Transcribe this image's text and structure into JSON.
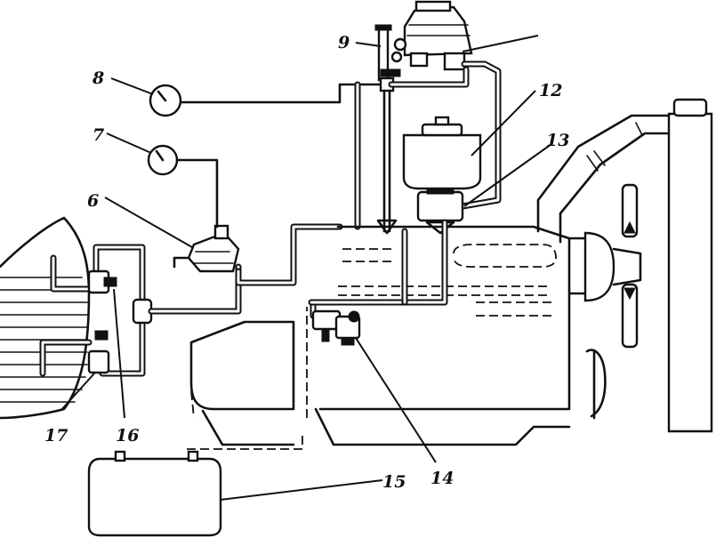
{
  "callouts": {
    "c6": "6",
    "c7": "7",
    "c8": "8",
    "c9": "9",
    "c12": "12",
    "c13": "13",
    "c14": "14",
    "c15": "15",
    "c16": "16",
    "c17": "17"
  }
}
